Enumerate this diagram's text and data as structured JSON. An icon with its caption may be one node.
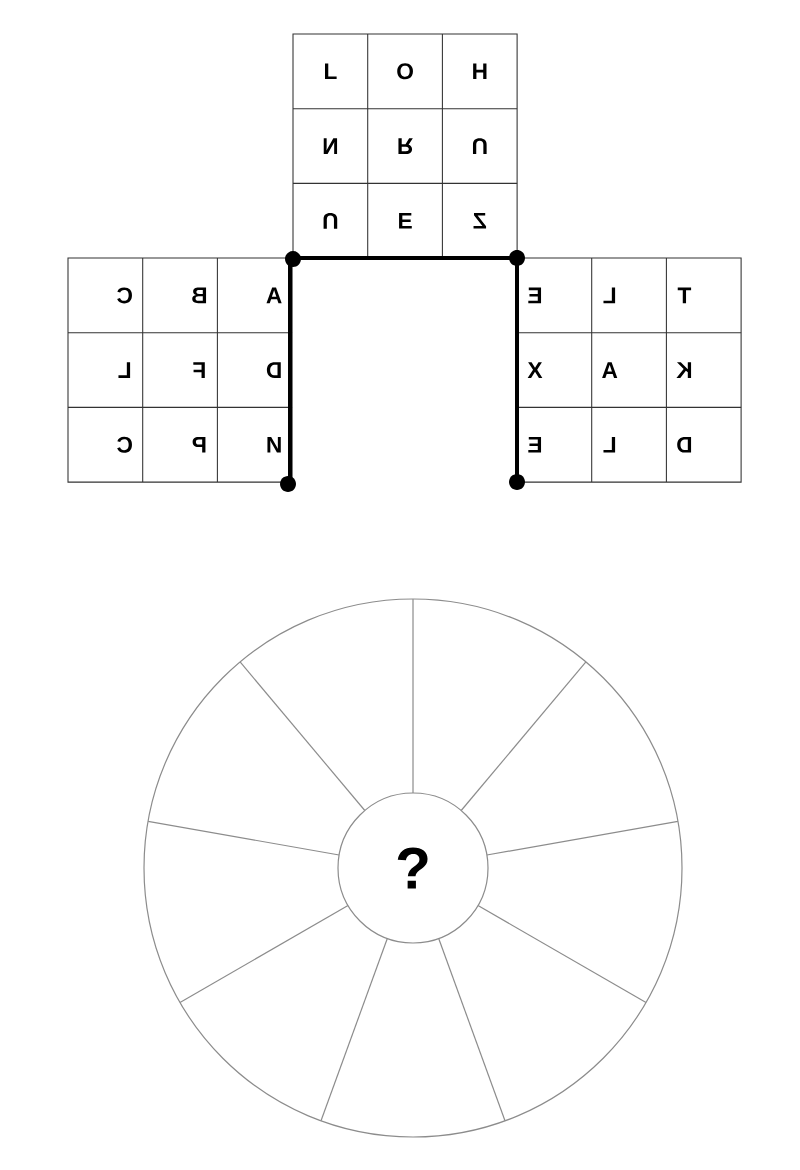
{
  "diagram": {
    "nodes": [
      {
        "text": [
          "?"
        ]
      }
    ],
    "labels": [
      "L",
      "O",
      "H",
      "N",
      "R",
      "U",
      "U",
      "E",
      "Z",
      "C",
      "B",
      "A",
      "L",
      "F",
      "D",
      "C",
      "P",
      "N",
      "E",
      "L",
      "T",
      "X",
      "A",
      "K",
      "E",
      "L",
      "D"
    ]
  }
}
